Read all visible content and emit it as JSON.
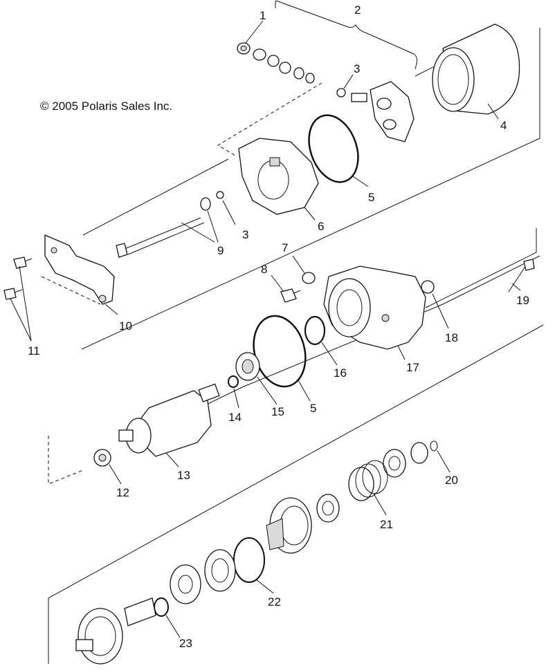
{
  "copyright": "© 2005 Polaris Sales Inc.",
  "callouts": [
    {
      "id": "c1",
      "text": "1"
    },
    {
      "id": "c2",
      "text": "2"
    },
    {
      "id": "c3a",
      "text": "3"
    },
    {
      "id": "c3b",
      "text": "3"
    },
    {
      "id": "c4",
      "text": "4"
    },
    {
      "id": "c5a",
      "text": "5"
    },
    {
      "id": "c5b",
      "text": "5"
    },
    {
      "id": "c6",
      "text": "6"
    },
    {
      "id": "c7",
      "text": "7"
    },
    {
      "id": "c8",
      "text": "8"
    },
    {
      "id": "c9",
      "text": "9"
    },
    {
      "id": "c10",
      "text": "10"
    },
    {
      "id": "c11",
      "text": "11"
    },
    {
      "id": "c12",
      "text": "12"
    },
    {
      "id": "c13",
      "text": "13"
    },
    {
      "id": "c14",
      "text": "14"
    },
    {
      "id": "c15",
      "text": "15"
    },
    {
      "id": "c16",
      "text": "16"
    },
    {
      "id": "c17",
      "text": "17"
    },
    {
      "id": "c18",
      "text": "18"
    },
    {
      "id": "c19",
      "text": "19"
    },
    {
      "id": "c20",
      "text": "20"
    },
    {
      "id": "c21",
      "text": "21"
    },
    {
      "id": "c22",
      "text": "22"
    },
    {
      "id": "c23",
      "text": "23"
    }
  ]
}
